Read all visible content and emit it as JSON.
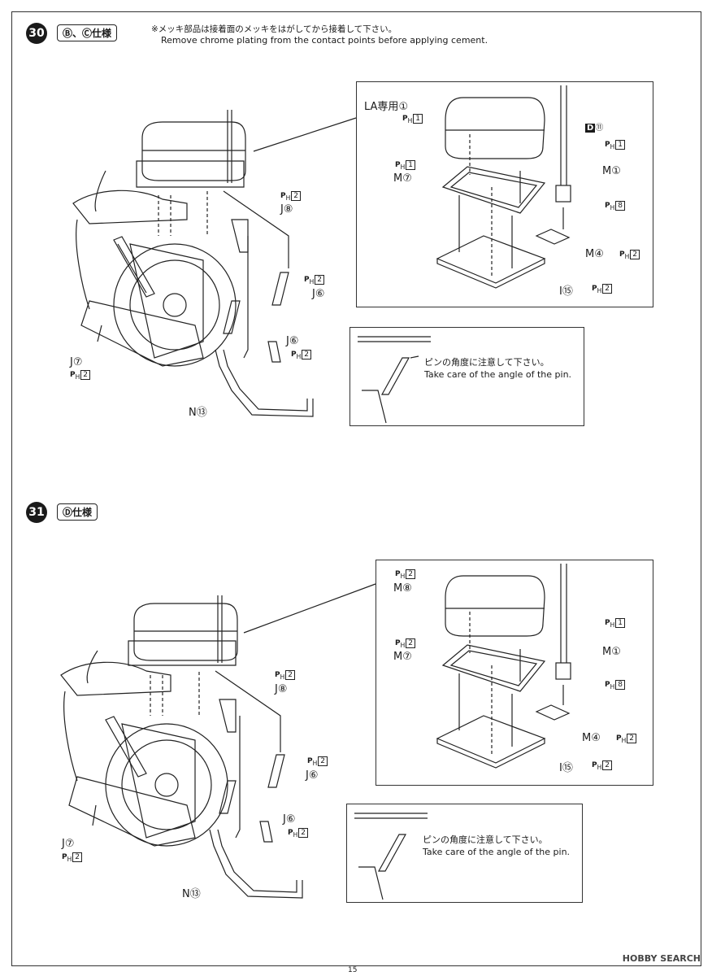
{
  "page_number": "15",
  "watermark": "HOBBY SEARCH",
  "step30": {
    "number": "30",
    "variant": "Ⓑ、Ⓒ仕様",
    "note_ja": "※メッキ部品は接着面のメッキをはがしてから接着して下さい。",
    "note_en": "Remove chrome plating from the contact points before applying cement.",
    "labels": {
      "la_only": "LA専用",
      "la_num": "①",
      "d11_box": "D",
      "d11_num": "⑪",
      "m7": "M⑦",
      "m1": "M①",
      "m4": "M④",
      "i15": "I⑮",
      "j8": "J⑧",
      "j6a": "J⑥",
      "j6b": "J⑥",
      "j7": "J⑦",
      "n13": "N⑬"
    },
    "ph": {
      "p": "P",
      "sub": "H",
      "n1": "1",
      "n2": "2",
      "n8": "8"
    },
    "pin_note_ja": "ピンの角度に注意して下さい。",
    "pin_note_en": "Take care of the angle of the pin."
  },
  "step31": {
    "number": "31",
    "variant": "Ⓓ仕様",
    "labels": {
      "m8": "M⑧",
      "m7": "M⑦",
      "m1": "M①",
      "m4": "M④",
      "i15": "I⑮",
      "j8": "J⑧",
      "j6a": "J⑥",
      "j6b": "J⑥",
      "j7": "J⑦",
      "n13": "N⑬"
    },
    "ph": {
      "p": "P",
      "sub": "H",
      "n1": "1",
      "n2": "2",
      "n8": "8"
    },
    "pin_note_ja": "ピンの角度に注意して下さい。",
    "pin_note_en": "Take care of the angle of the pin."
  }
}
